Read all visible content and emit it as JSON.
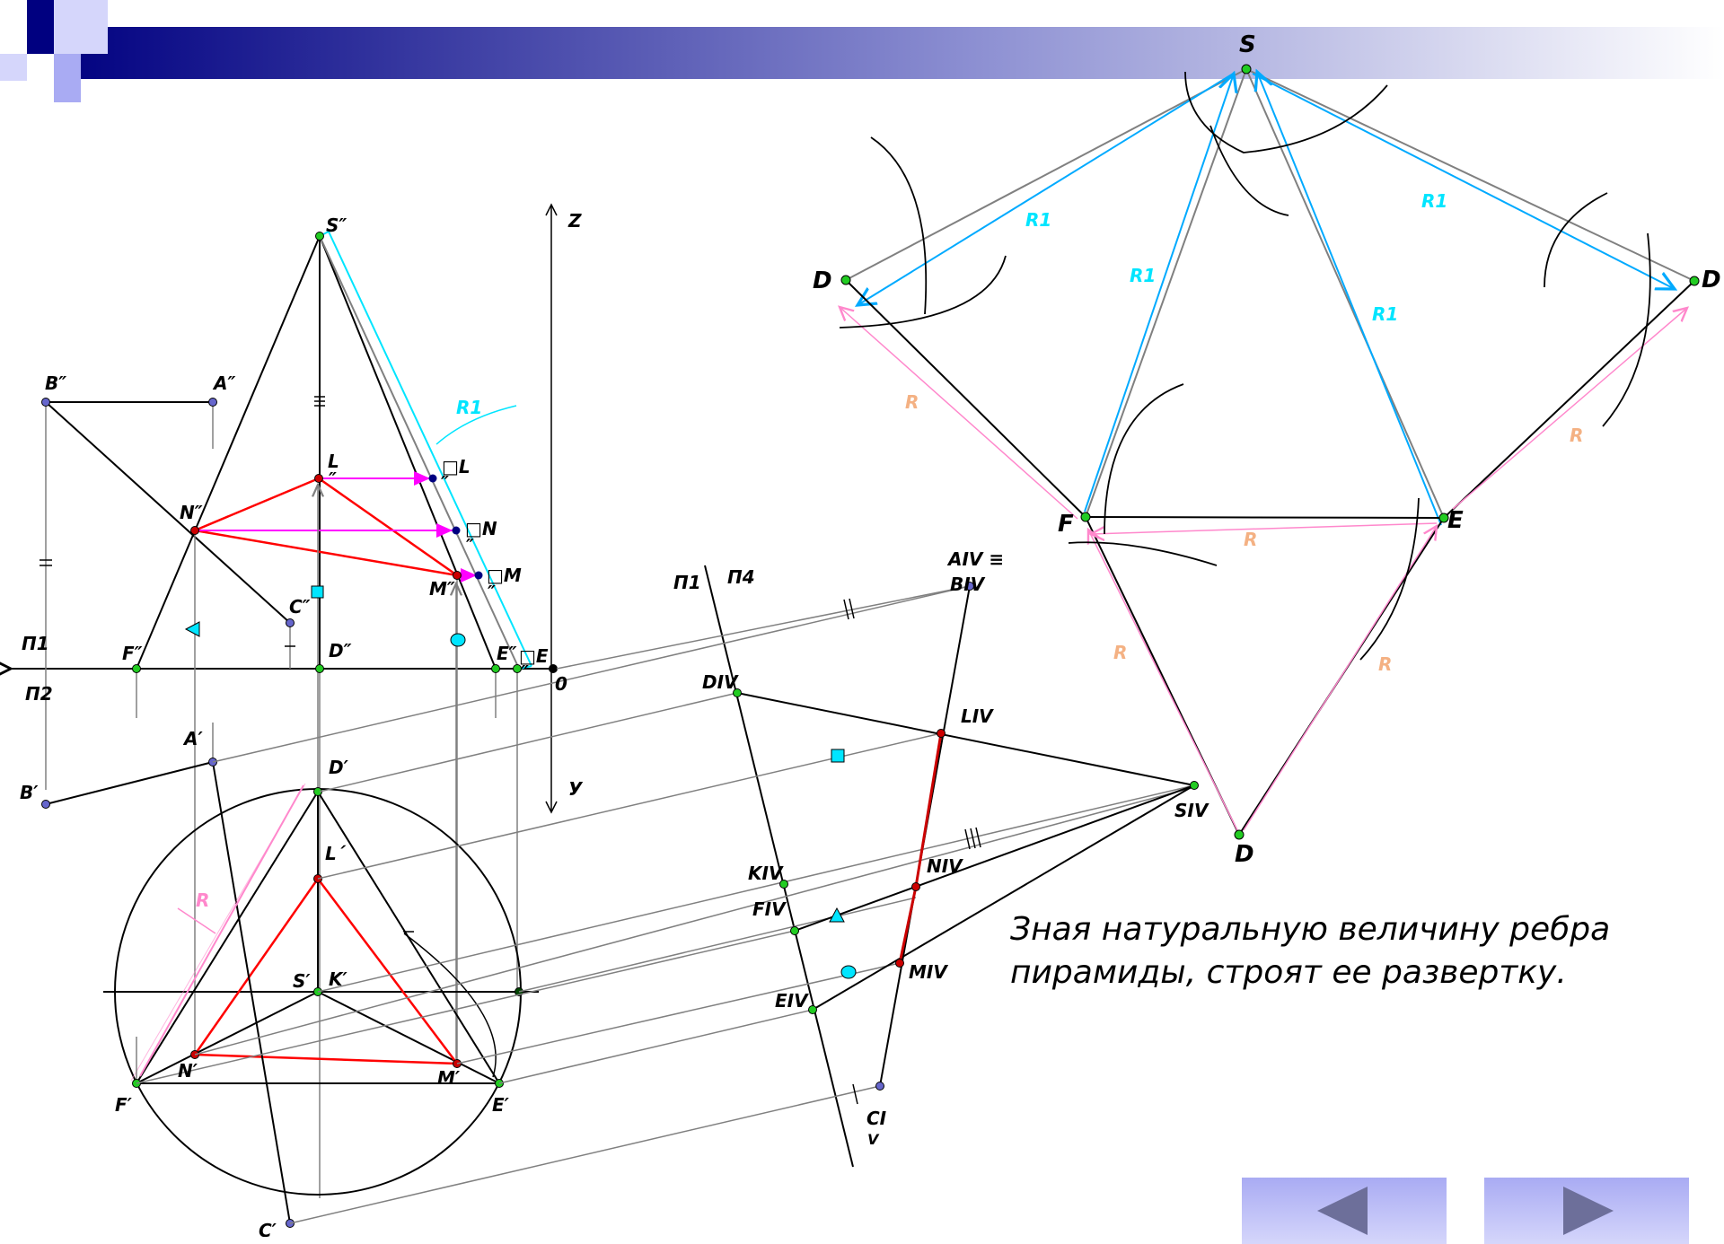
{
  "labels": {
    "S2": "S″",
    "B2": "B″",
    "A2": "A″",
    "N2": "N″",
    "L2": "L",
    "L2b": "″",
    "Lr": "□L",
    "Lrb": "″",
    "Nr": "□N",
    "Nrb": "″",
    "Mr": "□M",
    "Mrb": "″",
    "M2": "M″",
    "C2": "C″",
    "F2": "F″",
    "D2": "D″",
    "E2": "E″",
    "Er": "□E",
    "Erb": "″",
    "P1": "П1",
    "P2": "П2",
    "O": "0",
    "Z": "Z",
    "Y": "У",
    "R1_front": "R1",
    "A1": "A′",
    "B1": "B′",
    "D1": "D′",
    "L1": "L´",
    "S1": "S′",
    "K1": "K′",
    "N1": "N′",
    "M1": "M′",
    "F1": "F′",
    "E1": "E′",
    "C1": "C′",
    "R_plan": "R",
    "axP1": "П1",
    "axP4": "П4",
    "A4": "AIV ≡",
    "B4": "BIV",
    "D4": "DIV",
    "L4": "LIV",
    "S4": "SIV",
    "K4": "KIV",
    "N4": "NIV",
    "F4": "FIV",
    "M4": "MIV",
    "E4": "EIV",
    "C4": "CI",
    "C4b": "V",
    "dev_S": "S",
    "dev_D_left": "D",
    "dev_D_right": "D",
    "dev_D_bottom": "D",
    "dev_F": "F",
    "dev_E": "E",
    "dev_R1_a": "R1",
    "dev_R1_b": "R1",
    "dev_R1_c": "R1",
    "dev_R1_d": "R1",
    "dev_R_a": "R",
    "dev_R_b": "R",
    "dev_R_c": "R",
    "dev_R_d": "R",
    "dev_R_e": "R"
  },
  "caption": "Зная натуральную величину ребра пирамиды, строят ее развертку.",
  "nav": {
    "prev_icon": "triangle-left-icon",
    "next_icon": "triangle-right-icon"
  },
  "colors": {
    "construction": "#808080",
    "section": "#ff0000",
    "true_length": "#00e5ff",
    "radius": "#ff88cc",
    "projector": "#ff00ff",
    "point_green": "#22cc22",
    "point_blue": "#6666cc",
    "banner_dark": "#000080",
    "banner_light": "#d5d6fb"
  }
}
